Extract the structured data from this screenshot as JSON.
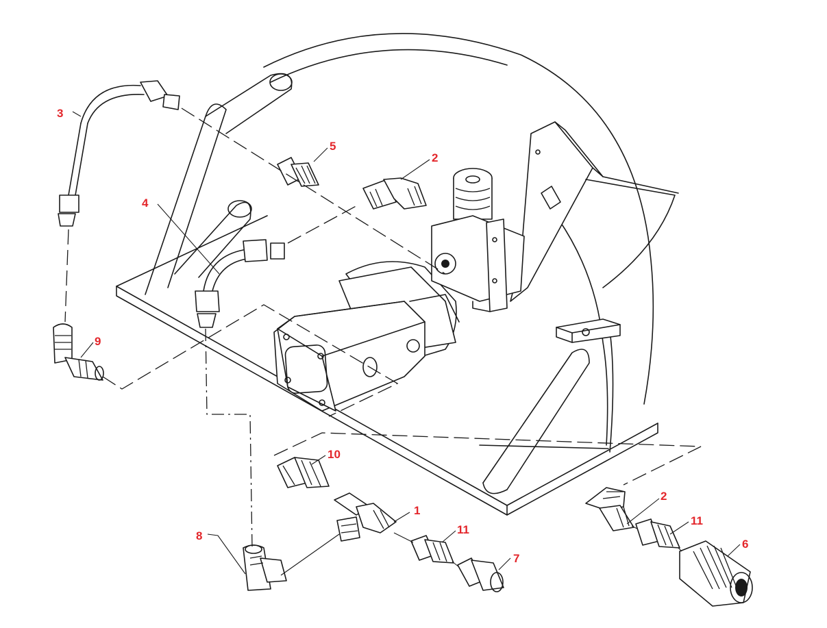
{
  "colors": {
    "callout": "#e3262b",
    "line": "#1a1a1a",
    "background": "#ffffff"
  },
  "callouts": [
    {
      "id": "c3",
      "label": "3"
    },
    {
      "id": "c5",
      "label": "5"
    },
    {
      "id": "c2a",
      "label": "2"
    },
    {
      "id": "c4",
      "label": "4"
    },
    {
      "id": "c9",
      "label": "9"
    },
    {
      "id": "c10",
      "label": "10"
    },
    {
      "id": "c1",
      "label": "1"
    },
    {
      "id": "c11a",
      "label": "11"
    },
    {
      "id": "c7",
      "label": "7"
    },
    {
      "id": "c8",
      "label": "8"
    },
    {
      "id": "c2b",
      "label": "2"
    },
    {
      "id": "c11b",
      "label": "11"
    },
    {
      "id": "c6",
      "label": "6"
    }
  ]
}
